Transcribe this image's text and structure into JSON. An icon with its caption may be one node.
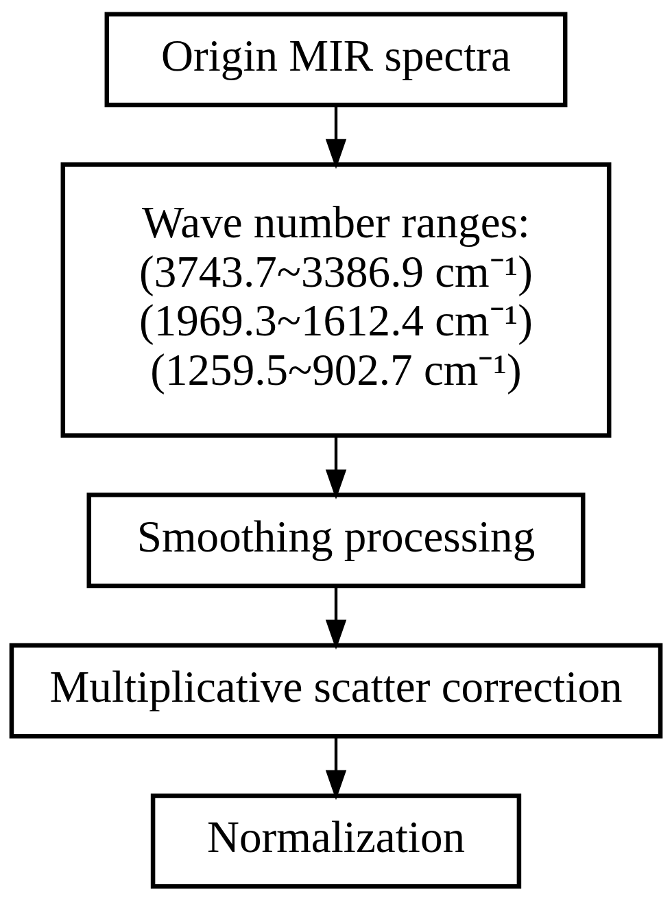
{
  "diagram": {
    "nodes": [
      {
        "text": [
          "Origin MIR spectra"
        ]
      },
      {
        "text": [
          "Wave number ranges:",
          "(3743.7~3386.9 cm⁻¹)",
          "(1969.3~1612.4 cm⁻¹)",
          "(1259.5~902.7 cm⁻¹)"
        ]
      },
      {
        "text": [
          "Smoothing processing"
        ]
      },
      {
        "text": [
          "Multiplicative scatter correction"
        ]
      },
      {
        "text": [
          "Normalization"
        ]
      }
    ],
    "edges": [
      {
        "from": 0,
        "to": 1,
        "arrow": "to"
      },
      {
        "from": 1,
        "to": 2,
        "arrow": "to"
      },
      {
        "from": 2,
        "to": 3,
        "arrow": "to"
      },
      {
        "from": 3,
        "to": 4,
        "arrow": "to"
      }
    ]
  }
}
